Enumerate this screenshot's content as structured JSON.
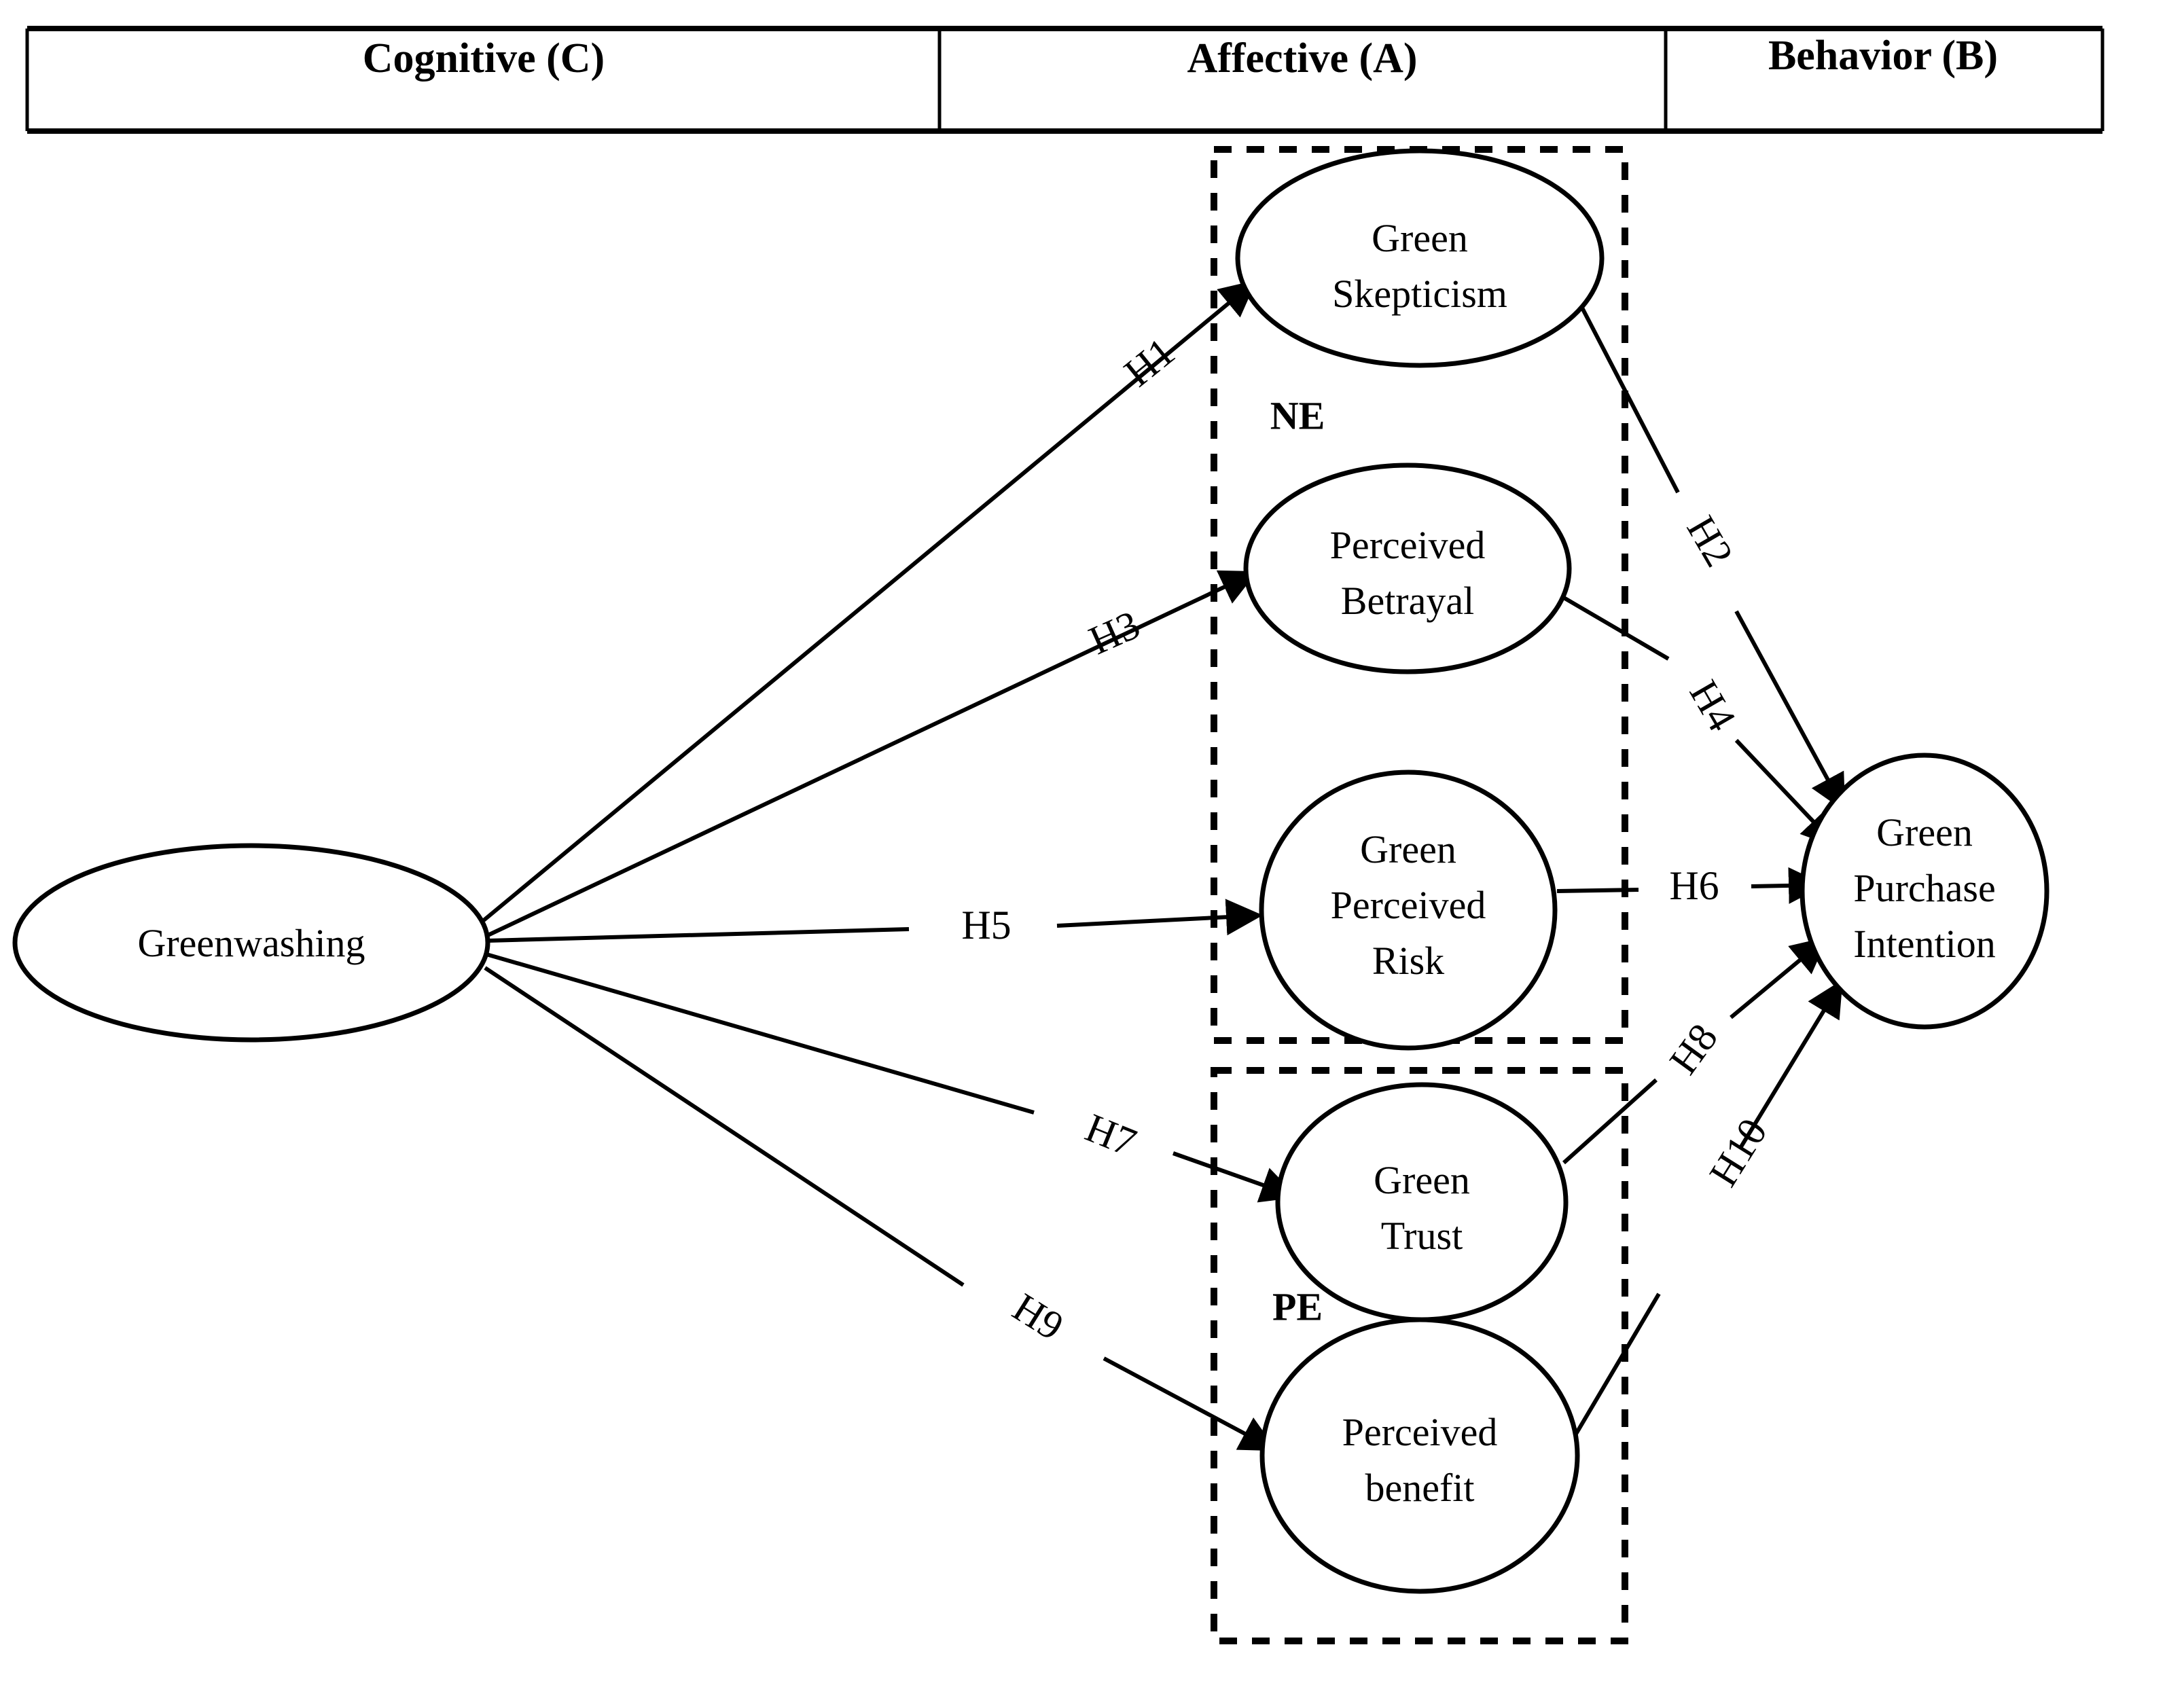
{
  "diagram": {
    "title": "Conceptual model: Greenwashing Cognitive-Affective-Behavior framework",
    "type": "path-model"
  },
  "header": {
    "columns": [
      {
        "label": "Cognitive (C)"
      },
      {
        "label": "Affective  (A)"
      },
      {
        "label": "Behavior (B)"
      }
    ]
  },
  "groups": [
    {
      "id": "NE",
      "label": "NE"
    },
    {
      "id": "PE",
      "label": "PE"
    }
  ],
  "nodes": [
    {
      "id": "greenwashing",
      "lines": [
        "Greenwashing"
      ]
    },
    {
      "id": "green-skepticism",
      "lines": [
        "Green",
        "Skepticism"
      ]
    },
    {
      "id": "perceived-betrayal",
      "lines": [
        "Perceived",
        "Betrayal"
      ]
    },
    {
      "id": "green-perceived-risk",
      "lines": [
        "Green",
        "Perceived",
        "Risk"
      ]
    },
    {
      "id": "green-trust",
      "lines": [
        "Green",
        "Trust"
      ]
    },
    {
      "id": "perceived-benefit",
      "lines": [
        "Perceived",
        "benefit"
      ]
    },
    {
      "id": "green-purchase-intention",
      "lines": [
        "Green",
        "Purchase",
        "Intention"
      ]
    }
  ],
  "node_text": {
    "greenwashing_l1": "Greenwashing",
    "skepticism_l1": "Green",
    "skepticism_l2": "Skepticism",
    "betrayal_l1": "Perceived",
    "betrayal_l2": "Betrayal",
    "risk_l1": "Green",
    "risk_l2": "Perceived",
    "risk_l3": "Risk",
    "trust_l1": "Green",
    "trust_l2": "Trust",
    "benefit_l1": "Perceived",
    "benefit_l2": "benefit",
    "gpi_l1": "Green",
    "gpi_l2": "Purchase",
    "gpi_l3": "Intention"
  },
  "hypotheses": [
    {
      "id": "H1",
      "label": "H1",
      "from": "greenwashing",
      "to": "green-skepticism"
    },
    {
      "id": "H2",
      "label": "H2",
      "from": "green-skepticism",
      "to": "green-purchase-intention"
    },
    {
      "id": "H3",
      "label": "H3",
      "from": "greenwashing",
      "to": "perceived-betrayal"
    },
    {
      "id": "H4",
      "label": "H4",
      "from": "perceived-betrayal",
      "to": "green-purchase-intention"
    },
    {
      "id": "H5",
      "label": "H5",
      "from": "greenwashing",
      "to": "green-perceived-risk"
    },
    {
      "id": "H6",
      "label": "H6",
      "from": "green-perceived-risk",
      "to": "green-purchase-intention"
    },
    {
      "id": "H7",
      "label": "H7",
      "from": "greenwashing",
      "to": "green-trust"
    },
    {
      "id": "H8",
      "label": "H8",
      "from": "green-trust",
      "to": "green-purchase-intention"
    },
    {
      "id": "H9",
      "label": "H9",
      "from": "greenwashing",
      "to": "perceived-benefit"
    },
    {
      "id": "H10",
      "label": "H10",
      "from": "perceived-benefit",
      "to": "green-purchase-intention"
    }
  ],
  "colors": {
    "stroke": "#000000",
    "background": "#ffffff",
    "text": "#000000"
  }
}
